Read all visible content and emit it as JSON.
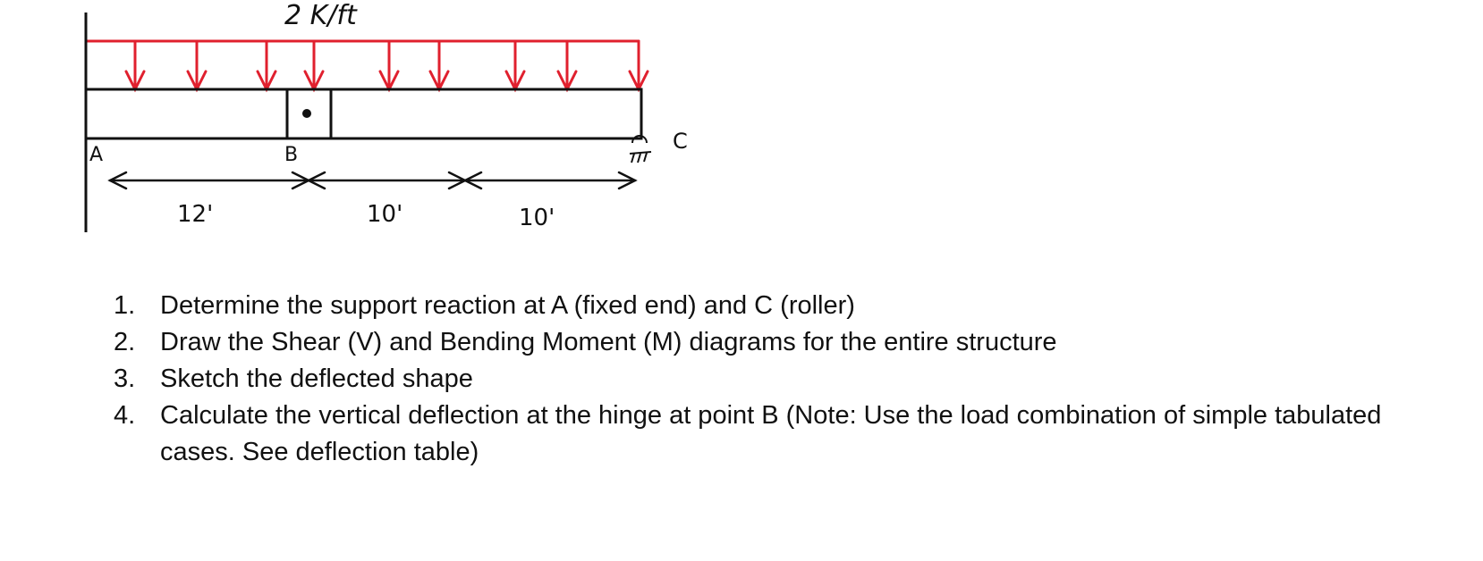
{
  "diagram": {
    "load_label": "2 K/ft",
    "points": {
      "a": "A",
      "b": "B",
      "c": "C"
    },
    "dimensions": [
      "12'",
      "10'",
      "10'"
    ],
    "colors": {
      "load": "#e0202e",
      "structure": "#111111"
    }
  },
  "questions": [
    {
      "number": "1.",
      "text": "Determine the support reaction at A (fixed end) and C (roller)"
    },
    {
      "number": "2.",
      "text": "Draw the Shear (V) and Bending Moment (M) diagrams for the entire structure"
    },
    {
      "number": "3.",
      "text": "Sketch the deflected shape"
    },
    {
      "number": "4.",
      "text": "Calculate the vertical deflection at the hinge at point B (Note: Use the load combination of simple tabulated cases. See deflection table)"
    }
  ]
}
